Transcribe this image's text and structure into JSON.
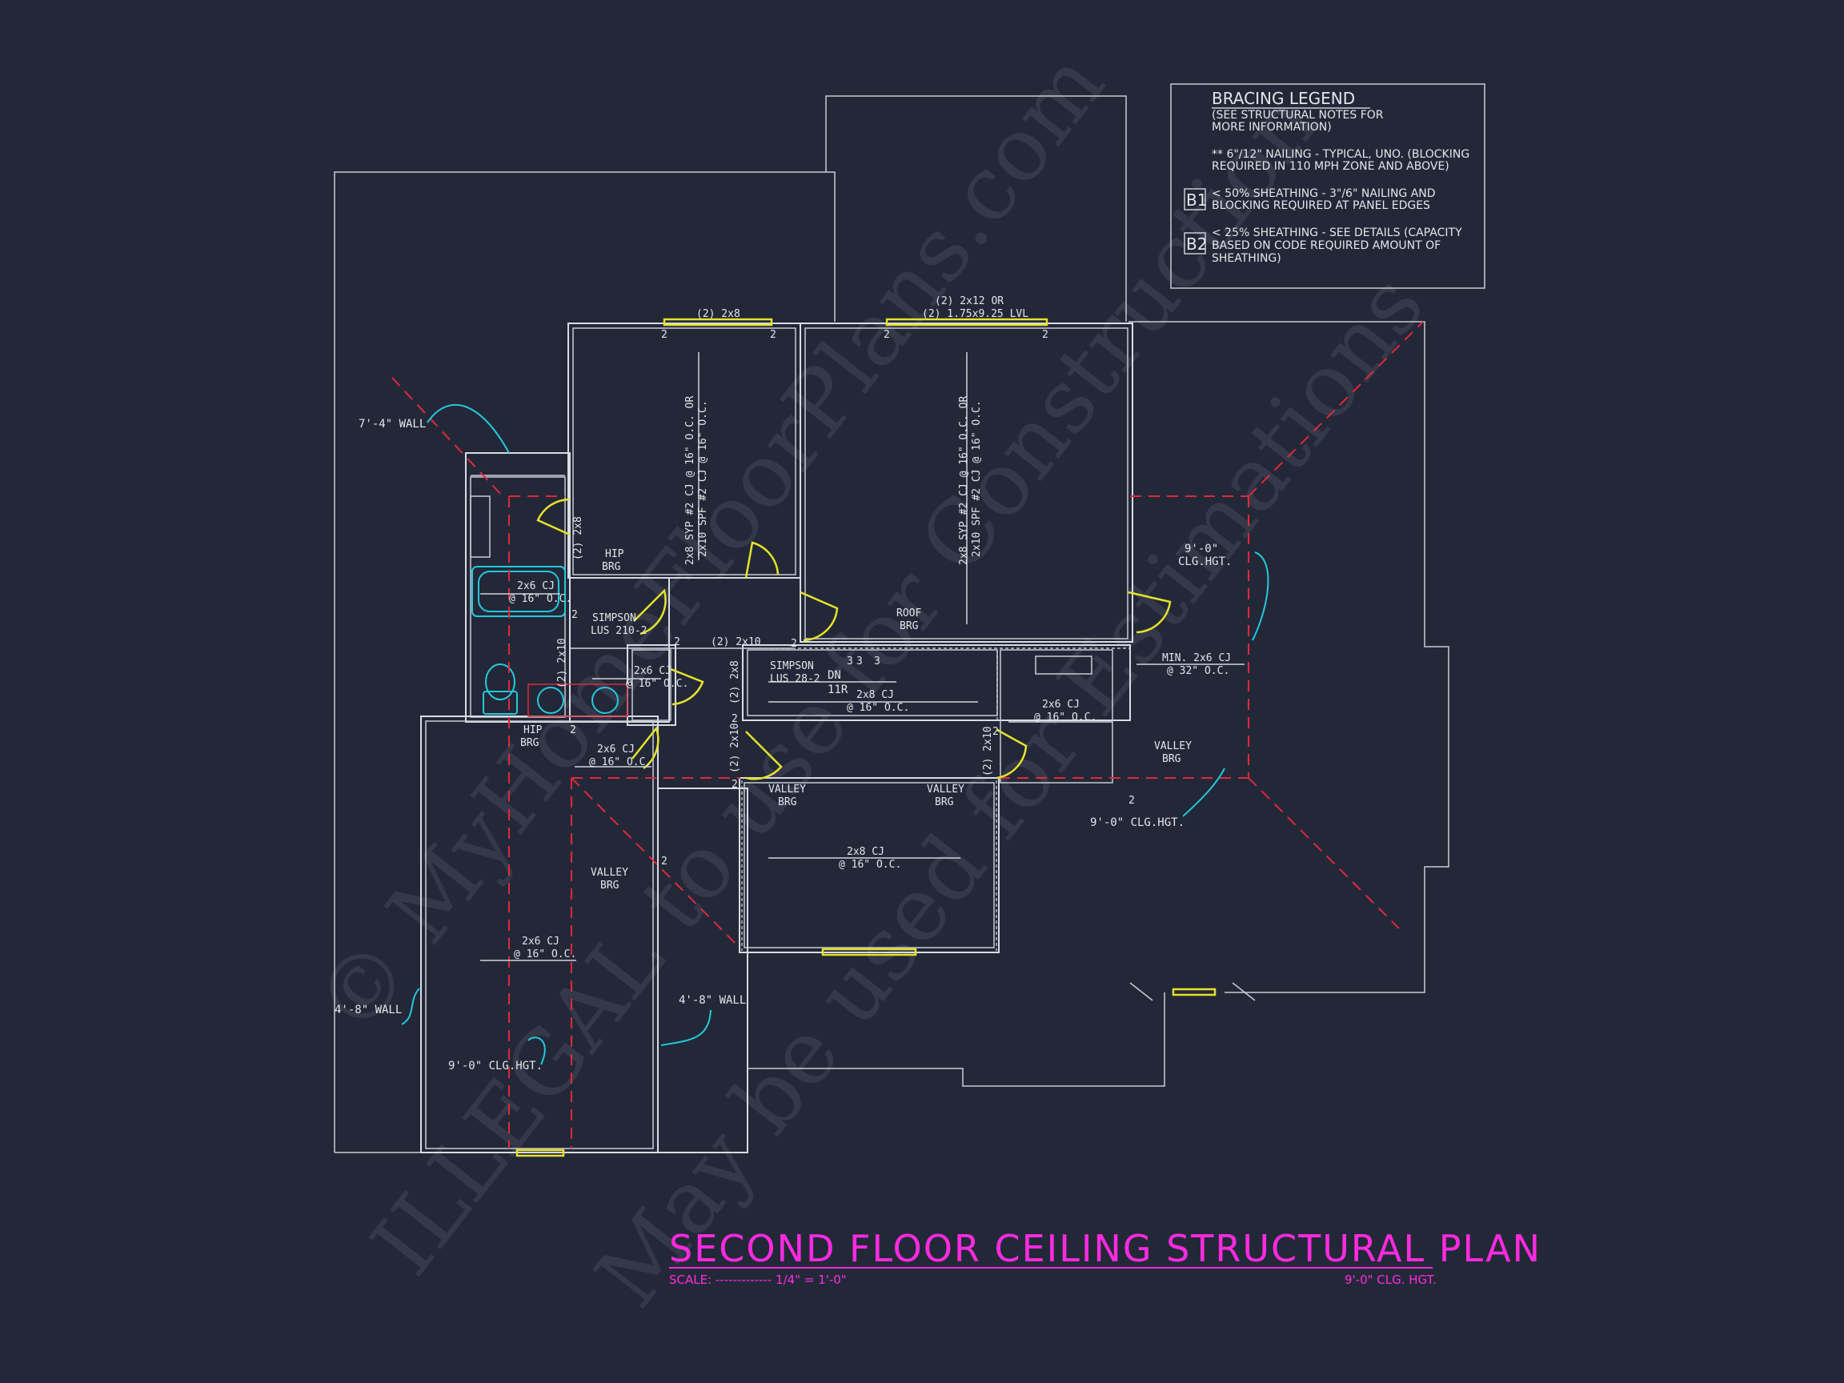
{
  "title": "SECOND FLOOR CEILING STRUCTURAL PLAN",
  "scale_label": "SCALE: ------------- 1/4\" = 1'-0\"",
  "title_right": "9'-0\" CLG. HGT.",
  "watermark": {
    "line1": "© MyHomeFloorPlans.com",
    "line2": "ILLEGAL to use for Construction",
    "line3": "May be used for Estimations"
  },
  "legend": {
    "heading": "BRACING LEGEND",
    "note1": "(SEE STRUCTURAL NOTES FOR",
    "note2": "MORE INFORMATION)",
    "item0_l1": "** 6\"/12\" NAILING - TYPICAL, UNO. (BLOCKING",
    "item0_l2": "REQUIRED IN 110 MPH ZONE AND ABOVE)",
    "b1_tag": "B1",
    "b1_l1": "< 50% SHEATHING - 3\"/6\" NAILING AND",
    "b1_l2": "BLOCKING REQUIRED AT PANEL EDGES",
    "b2_tag": "B2",
    "b2_l1": "< 25% SHEATHING - SEE DETAILS (CAPACITY",
    "b2_l2": "BASED ON CODE REQUIRED AMOUNT OF",
    "b2_l3": "SHEATHING)"
  },
  "labels": {
    "header_2x8": "(2) 2x8",
    "header_2x12_a": "(2) 2x12 OR",
    "header_2x12_b": "(2) 1.75x9.25 LVL",
    "wall_74": "7'-4\" WALL",
    "wall_48_left": "4'-8\" WALL",
    "wall_48_mid": "4'-8\" WALL",
    "clg_right_a": "9'-0\"",
    "clg_right_b": "CLG.HGT.",
    "clg_right_low": "9'-0\" CLG.HGT.",
    "clg_left": "9'-0\" CLG.HGT.",
    "cj_br1_a": "2x8 SYP #2 CJ @ 16\" O.C. OR",
    "cj_br1_b": "2x10 SPF #2 CJ @ 16\" O.C.",
    "cj_br2_a": "2x8 SYP #2 CJ @ 16\" O.C. OR",
    "cj_br2_b": "2x10 SPF #2 CJ @ 16\" O.C.",
    "hip_brg_a": "HIP",
    "hip_brg_b": "BRG",
    "hip_brg2_a": "HIP",
    "hip_brg2_b": "BRG",
    "cj_bath_a": "2x6 CJ",
    "cj_bath_b": "@ 16\" O.C.",
    "simpson1_a": "SIMPSON",
    "simpson1_b": "LUS 210-2",
    "simpson2_a": "SIMPSON",
    "simpson2_b": "LUS 28-2",
    "hdr_2x10": "(2) 2x10",
    "hdr_2x8_v1": "(2) 2x8",
    "hdr_2x8_v2": "(2) 2x8",
    "hdr_2x10_v1": "(2) 2x10",
    "hdr_2x10_v2": "(2) 2x10",
    "hdr_2x10_v3": "(2) 2x10",
    "roof_brg_a": "ROOF",
    "roof_brg_b": "BRG",
    "dn": "DN",
    "risers": "11R",
    "cj_stair_a": "2x8 CJ",
    "cj_stair_b": "@ 16\" O.C.",
    "cj_closet_a": "2x6 CJ",
    "cj_closet_b": "@ 16\" O.C.",
    "cj_hall_a": "2x6 CJ",
    "cj_hall_b": "@ 16\" O.C.",
    "cj_laundry_a": "2x6 CJ",
    "cj_laundry_b": "@ 16\" O.C.",
    "cj_min_a": "MIN. 2x6 CJ",
    "cj_min_b": "@ 32\" O.C.",
    "valley_brg1_a": "VALLEY",
    "valley_brg1_b": "BRG",
    "valley_brg2_a": "VALLEY",
    "valley_brg2_b": "BRG",
    "valley_brg3_a": "VALLEY",
    "valley_brg3_b": "BRG",
    "valley_brg4_a": "VALLEY",
    "valley_brg4_b": "BRG",
    "cj_bonus_a": "2x8 CJ",
    "cj_bonus_b": "@ 16\" O.C.",
    "cj_garage_a": "2x6 CJ",
    "cj_garage_b": "@ 16\" O.C.",
    "n2_a": "2",
    "n2_b": "2",
    "n2_c": "2",
    "n2_d": "2",
    "n2_e": "2",
    "n2_f": "2",
    "n2_g": "2",
    "n2_h": "2",
    "n2_i": "2",
    "n2_j": "2",
    "n2_k": "2",
    "n2_l": "2",
    "n2_m": "2",
    "n3_a": "3",
    "n3_b": "3",
    "n3_c": "3"
  }
}
